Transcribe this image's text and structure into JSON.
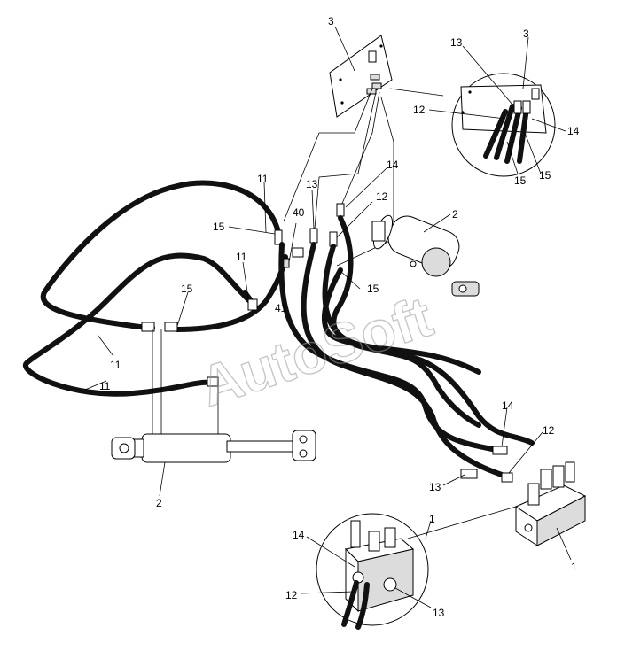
{
  "watermark": "AutoSoft",
  "callouts": [
    {
      "id": "c3-top",
      "text": "3"
    },
    {
      "id": "c3-detail",
      "text": "3"
    },
    {
      "id": "c13-detail",
      "text": "13"
    },
    {
      "id": "c12-detail",
      "text": "12"
    },
    {
      "id": "c14-detail",
      "text": "14"
    },
    {
      "id": "c15-detail-a",
      "text": "15"
    },
    {
      "id": "c15-detail-b",
      "text": "15"
    },
    {
      "id": "c11-a",
      "text": "11"
    },
    {
      "id": "c13-mid",
      "text": "13"
    },
    {
      "id": "c14-mid",
      "text": "14"
    },
    {
      "id": "c12-mid",
      "text": "12"
    },
    {
      "id": "c2-cyl",
      "text": "2"
    },
    {
      "id": "c15-left",
      "text": "15"
    },
    {
      "id": "c40",
      "text": "40"
    },
    {
      "id": "c11-b",
      "text": "11"
    },
    {
      "id": "c15-mid",
      "text": "15"
    },
    {
      "id": "c41",
      "text": "41"
    },
    {
      "id": "c15-low",
      "text": "15"
    },
    {
      "id": "c11-c",
      "text": "11"
    },
    {
      "id": "c11-d",
      "text": "11"
    },
    {
      "id": "c14-low",
      "text": "14"
    },
    {
      "id": "c12-low",
      "text": "12"
    },
    {
      "id": "c13-low",
      "text": "13"
    },
    {
      "id": "c2-bottom",
      "text": "2"
    },
    {
      "id": "c1-detail",
      "text": "1"
    },
    {
      "id": "c1-valve",
      "text": "1"
    },
    {
      "id": "c14-valve",
      "text": "14"
    },
    {
      "id": "c12-valve",
      "text": "12"
    },
    {
      "id": "c13-valve",
      "text": "13"
    }
  ]
}
